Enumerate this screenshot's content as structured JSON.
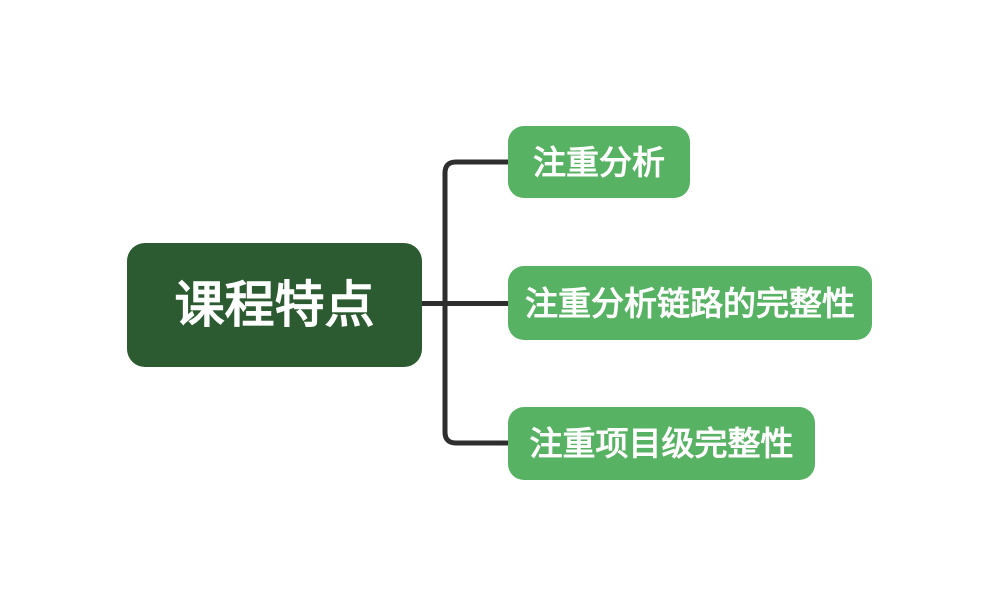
{
  "diagram": {
    "type": "mindmap",
    "background_color": "#ffffff",
    "connector_color": "#2e2e2e",
    "root": {
      "label": "课程特点",
      "bg_color": "#2c5b31",
      "text_color": "#ffffff"
    },
    "children": [
      {
        "label": "注重分析",
        "bg_color": "#58b263",
        "text_color": "#ffffff"
      },
      {
        "label": "注重分析链路的完整性",
        "bg_color": "#58b263",
        "text_color": "#ffffff"
      },
      {
        "label": "注重项目级完整性",
        "bg_color": "#58b263",
        "text_color": "#ffffff"
      }
    ]
  }
}
